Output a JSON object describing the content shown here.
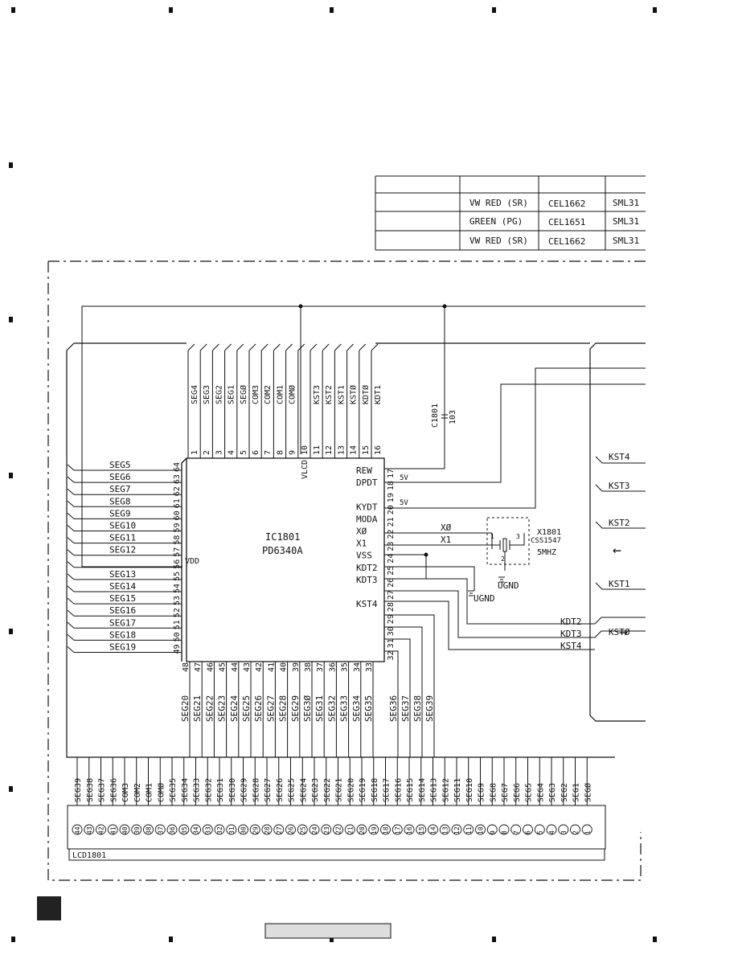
{
  "table": {
    "rows": [
      [
        "VW RED (SR)",
        "CEL1662",
        "SML31"
      ],
      [
        "GREEN (PG)",
        "CEL1651",
        "SML31"
      ],
      [
        "VW RED (SR)",
        "CEL1662",
        "SML31"
      ]
    ]
  },
  "ic": {
    "ref": "IC1801",
    "part": "PD6340A",
    "top_pins": [
      {
        "num": "1",
        "name": "SEG4"
      },
      {
        "num": "2",
        "name": "SEG3"
      },
      {
        "num": "3",
        "name": "SEG2"
      },
      {
        "num": "4",
        "name": "SEG1"
      },
      {
        "num": "5",
        "name": "SEGØ"
      },
      {
        "num": "6",
        "name": "COM3"
      },
      {
        "num": "7",
        "name": "COM2"
      },
      {
        "num": "8",
        "name": "COM1"
      },
      {
        "num": "9",
        "name": "COMØ"
      },
      {
        "num": "10",
        "name": "VLCD"
      },
      {
        "num": "11",
        "name": "KST3"
      },
      {
        "num": "12",
        "name": "KST2"
      },
      {
        "num": "13",
        "name": "KST1"
      },
      {
        "num": "14",
        "name": "KSTØ"
      },
      {
        "num": "15",
        "name": "KDTØ"
      },
      {
        "num": "16",
        "name": "KDT1"
      }
    ],
    "left_pins": [
      {
        "num": "64",
        "name": "SEG5"
      },
      {
        "num": "63",
        "name": "SEG6"
      },
      {
        "num": "62",
        "name": "SEG7"
      },
      {
        "num": "61",
        "name": "SEG8"
      },
      {
        "num": "60",
        "name": "SEG9"
      },
      {
        "num": "59",
        "name": "SEG10"
      },
      {
        "num": "58",
        "name": "SEG11"
      },
      {
        "num": "57",
        "name": "SEG12"
      },
      {
        "num": "56",
        "name": "VDD"
      },
      {
        "num": "55",
        "name": "SEG13"
      },
      {
        "num": "54",
        "name": "SEG14"
      },
      {
        "num": "53",
        "name": "SEG15"
      },
      {
        "num": "52",
        "name": "SEG16"
      },
      {
        "num": "51",
        "name": "SEG17"
      },
      {
        "num": "50",
        "name": "SEG18"
      },
      {
        "num": "49",
        "name": "SEG19"
      }
    ],
    "right_pins": [
      {
        "num": "17",
        "name": "REW"
      },
      {
        "num": "18",
        "name": "DPDT"
      },
      {
        "num": "19",
        "name": ""
      },
      {
        "num": "20",
        "name": "KYDT"
      },
      {
        "num": "21",
        "name": "MODA"
      },
      {
        "num": "22",
        "name": "XØ"
      },
      {
        "num": "23",
        "name": "X1"
      },
      {
        "num": "24",
        "name": "VSS"
      },
      {
        "num": "25",
        "name": "KDT2"
      },
      {
        "num": "26",
        "name": "KDT3"
      },
      {
        "num": "27",
        "name": ""
      },
      {
        "num": "28",
        "name": "KST4"
      },
      {
        "num": "29",
        "name": ""
      },
      {
        "num": "30",
        "name": ""
      },
      {
        "num": "31",
        "name": ""
      },
      {
        "num": "32",
        "name": ""
      }
    ],
    "bottom_pins": [
      {
        "num": "48",
        "name": "SEG20"
      },
      {
        "num": "47",
        "name": "SEG21"
      },
      {
        "num": "46",
        "name": "SEG22"
      },
      {
        "num": "45",
        "name": "SEG23"
      },
      {
        "num": "44",
        "name": "SEG24"
      },
      {
        "num": "43",
        "name": "SEG25"
      },
      {
        "num": "42",
        "name": "SEG26"
      },
      {
        "num": "41",
        "name": "SEG27"
      },
      {
        "num": "40",
        "name": "SEG28"
      },
      {
        "num": "39",
        "name": "SEG29"
      },
      {
        "num": "38",
        "name": "SEG3Ø"
      },
      {
        "num": "37",
        "name": "SEG31"
      },
      {
        "num": "36",
        "name": "SEG32"
      },
      {
        "num": "35",
        "name": "SEG33"
      },
      {
        "num": "34",
        "name": "SEG34"
      },
      {
        "num": "33",
        "name": "SEG35"
      }
    ],
    "bottom_right_labels": [
      "SEG36",
      "SEG37",
      "SEG38",
      "SEG39"
    ]
  },
  "cap": {
    "ref": "C1801",
    "value": "103"
  },
  "crystal": {
    "ref": "X1801",
    "part": "CSS1547",
    "freq": "5MHZ",
    "pin1": "1",
    "pin2": "2",
    "pin3": "3"
  },
  "nets": {
    "v5_a": "5V",
    "v5_b": "5V",
    "x0": "XØ",
    "x1": "X1",
    "ugnd_a": "UGND",
    "ugnd_b": "UGND",
    "kdt2": "KDT2",
    "kdt3": "KDT3",
    "kst4": "KST4"
  },
  "connector": {
    "labels": [
      "KST4",
      "KST3",
      "KST2",
      "KST1",
      "KSTØ"
    ],
    "arrow_left": "←",
    "arrow_right": "→"
  },
  "lcd": {
    "ref": "LCD1801",
    "pins": [
      {
        "num": "44",
        "name": "SEG39"
      },
      {
        "num": "43",
        "name": "SEG38"
      },
      {
        "num": "42",
        "name": "SEG37"
      },
      {
        "num": "41",
        "name": "SEG36"
      },
      {
        "num": "40",
        "name": "COM3"
      },
      {
        "num": "39",
        "name": "COM2"
      },
      {
        "num": "38",
        "name": "COM1"
      },
      {
        "num": "37",
        "name": "COMØ"
      },
      {
        "num": "36",
        "name": "SEG35"
      },
      {
        "num": "35",
        "name": "SEG34"
      },
      {
        "num": "34",
        "name": "SEG33"
      },
      {
        "num": "33",
        "name": "SEG32"
      },
      {
        "num": "32",
        "name": "SEG31"
      },
      {
        "num": "31",
        "name": "SEG30"
      },
      {
        "num": "30",
        "name": "SEG29"
      },
      {
        "num": "29",
        "name": "SEG28"
      },
      {
        "num": "28",
        "name": "SEG27"
      },
      {
        "num": "27",
        "name": "SEG26"
      },
      {
        "num": "26",
        "name": "SEG25"
      },
      {
        "num": "25",
        "name": "SEG24"
      },
      {
        "num": "24",
        "name": "SEG23"
      },
      {
        "num": "23",
        "name": "SEG22"
      },
      {
        "num": "22",
        "name": "SEG21"
      },
      {
        "num": "21",
        "name": "SEG20"
      },
      {
        "num": "20",
        "name": "SEG19"
      },
      {
        "num": "19",
        "name": "SEG18"
      },
      {
        "num": "18",
        "name": "SEG17"
      },
      {
        "num": "17",
        "name": "SEG16"
      },
      {
        "num": "16",
        "name": "SEG15"
      },
      {
        "num": "15",
        "name": "SEG14"
      },
      {
        "num": "14",
        "name": "SEG13"
      },
      {
        "num": "13",
        "name": "SEG12"
      },
      {
        "num": "12",
        "name": "SEG11"
      },
      {
        "num": "11",
        "name": "SEG10"
      },
      {
        "num": "10",
        "name": "SEG9"
      },
      {
        "num": "9",
        "name": "SEG8"
      },
      {
        "num": "8",
        "name": "SEG7"
      },
      {
        "num": "7",
        "name": "SEG6"
      },
      {
        "num": "6",
        "name": "SEG5"
      },
      {
        "num": "5",
        "name": "SEG4"
      },
      {
        "num": "4",
        "name": "SEG3"
      },
      {
        "num": "3",
        "name": "SEG2"
      },
      {
        "num": "2",
        "name": "SEG1"
      },
      {
        "num": "1",
        "name": "SEGØ"
      }
    ]
  }
}
